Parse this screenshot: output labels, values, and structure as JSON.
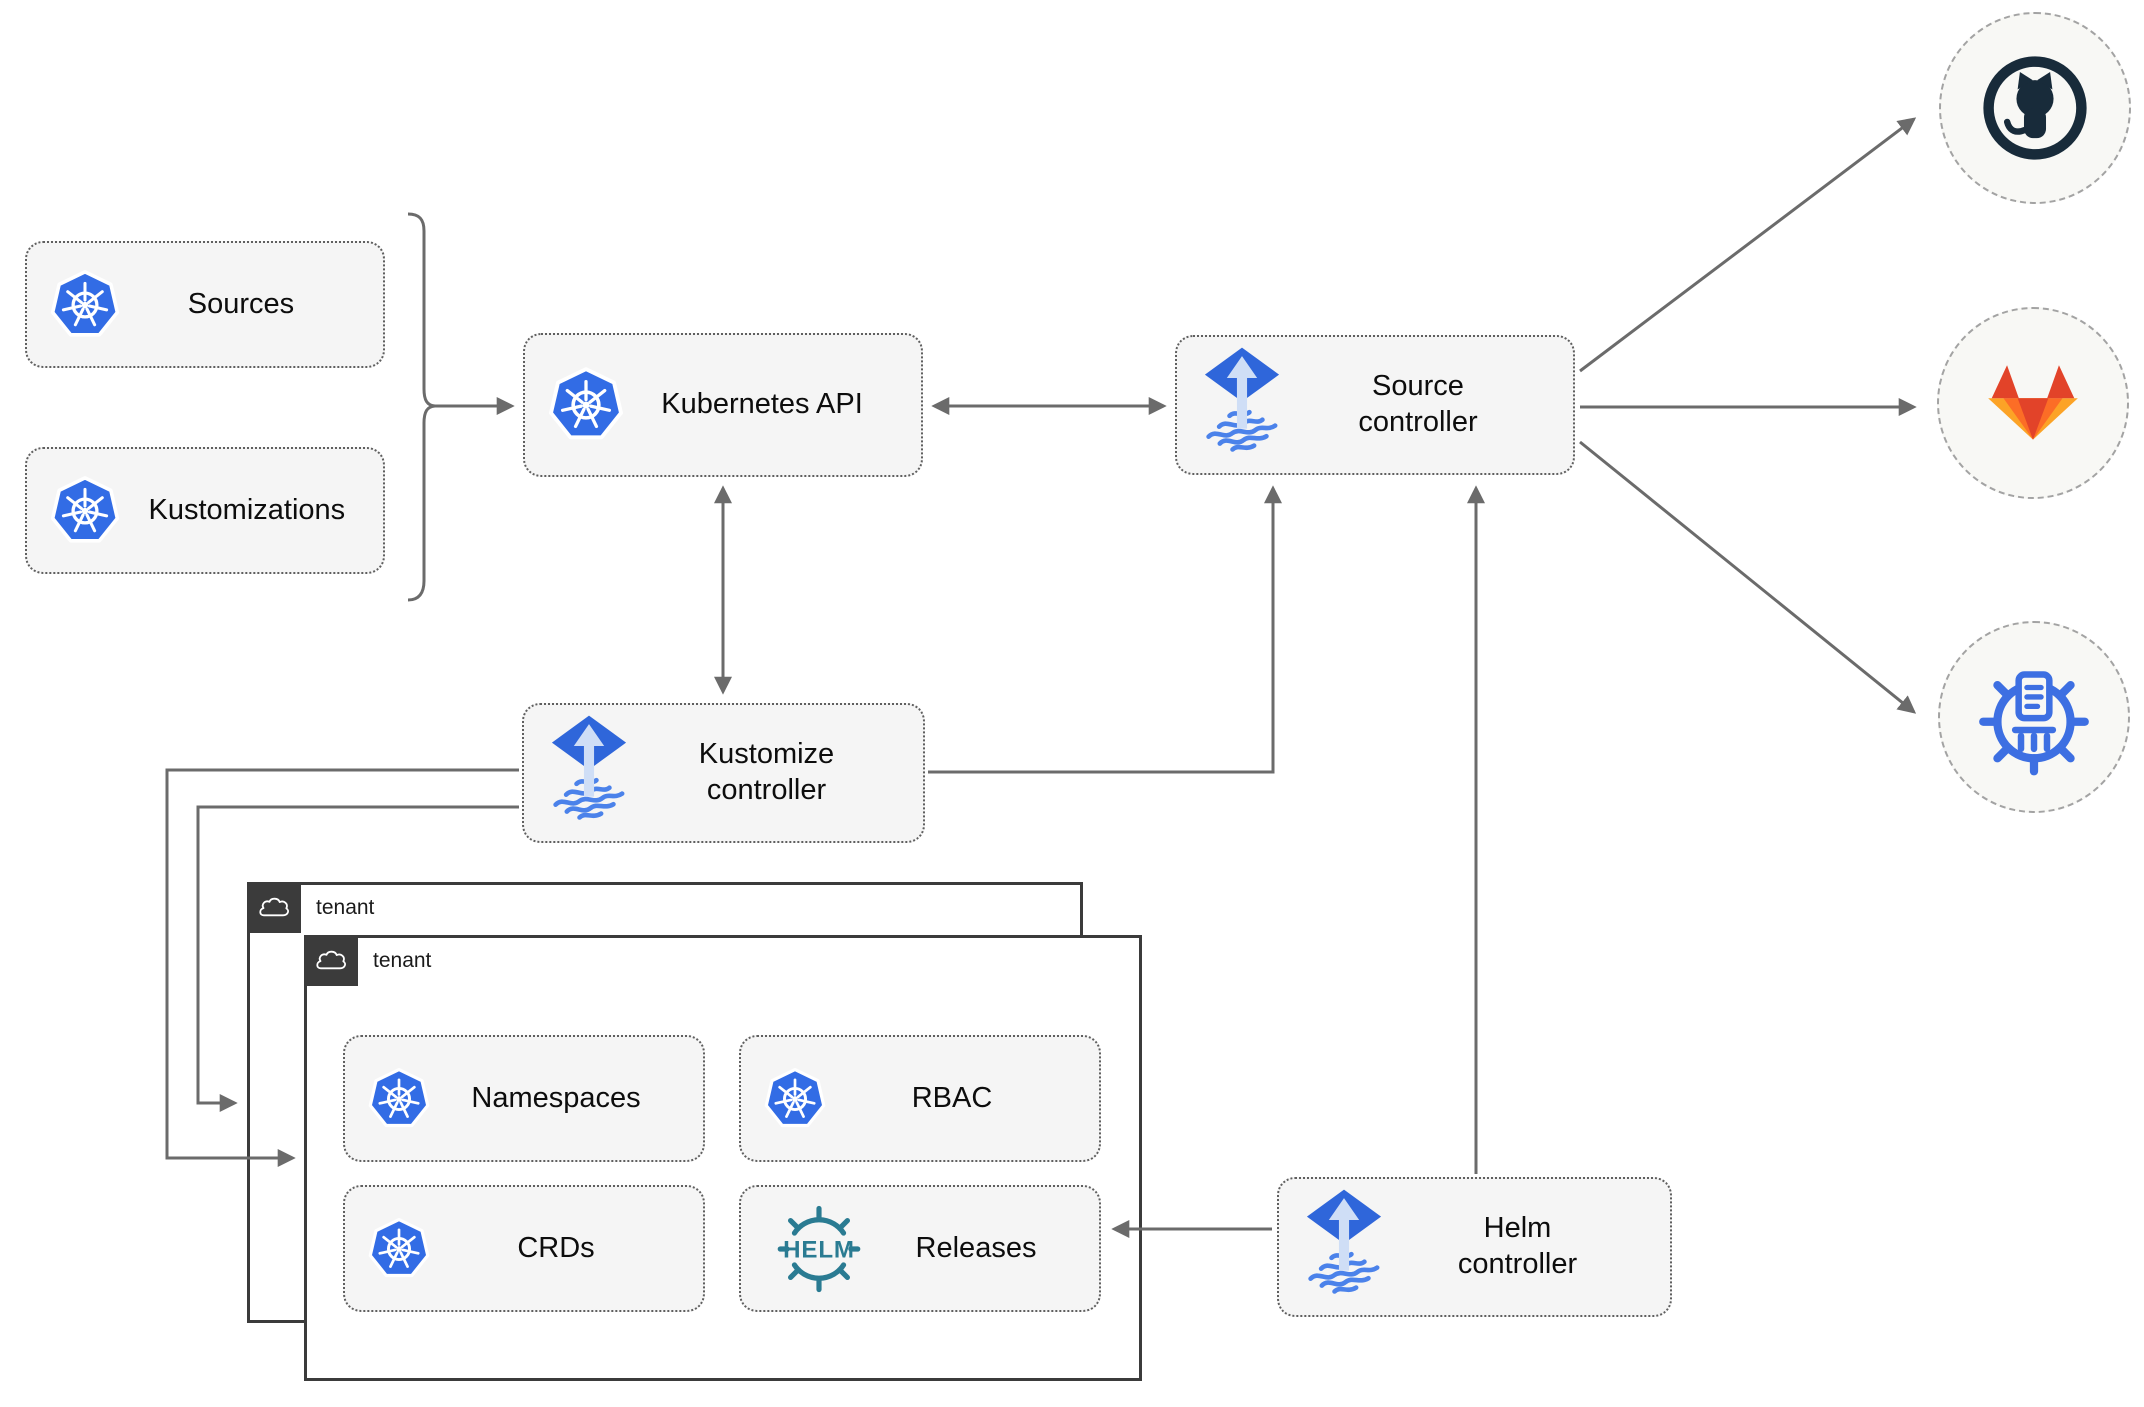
{
  "nodes": {
    "sources": {
      "label": "Sources",
      "icon": "kubernetes-icon"
    },
    "kustomizations": {
      "label": "Kustomizations",
      "icon": "kubernetes-icon"
    },
    "kubernetes_api": {
      "label": "Kubernetes API",
      "icon": "kubernetes-icon"
    },
    "source_controller": {
      "label": "Source controller",
      "icon": "flux-icon"
    },
    "kustomize_controller": {
      "label": "Kustomize controller",
      "icon": "flux-icon"
    },
    "helm_controller": {
      "label": "Helm controller",
      "icon": "flux-icon"
    },
    "namespaces": {
      "label": "Namespaces",
      "icon": "kubernetes-icon"
    },
    "rbac": {
      "label": "RBAC",
      "icon": "kubernetes-icon"
    },
    "crds": {
      "label": "CRDs",
      "icon": "kubernetes-icon"
    },
    "releases": {
      "label": "Releases",
      "icon": "helm-icon",
      "icon_text": "HELM"
    }
  },
  "tenants": {
    "outer": {
      "label": "tenant",
      "icon": "cloud-icon"
    },
    "inner": {
      "label": "tenant",
      "icon": "cloud-icon"
    }
  },
  "external_targets": [
    {
      "name": "github",
      "icon": "github-icon"
    },
    {
      "name": "gitlab",
      "icon": "gitlab-icon"
    },
    {
      "name": "chartmuseum",
      "icon": "chartmuseum-icon"
    }
  ],
  "colors": {
    "kubernetes_blue": "#326ce5",
    "flux_blue": "#2f66da",
    "flux_arrow_light": "#cfdef6",
    "flux_wave_blue": "#4b82ea",
    "helm_teal": "#2a7b92",
    "github_dark": "#182b3a",
    "gitlab_red_orange": "#e24329",
    "gitlab_orange": "#fc6d26",
    "gitlab_light_orange": "#fca326",
    "chartmuseum_blue": "#3d6fe2",
    "line_gray": "#6b6b6b",
    "node_fill": "#f5f5f5",
    "node_border": "#5f5f5f",
    "tenant_border": "#3b3b3b",
    "circle_fill": "#f8f8f5",
    "circle_border": "#a3a3a3"
  }
}
